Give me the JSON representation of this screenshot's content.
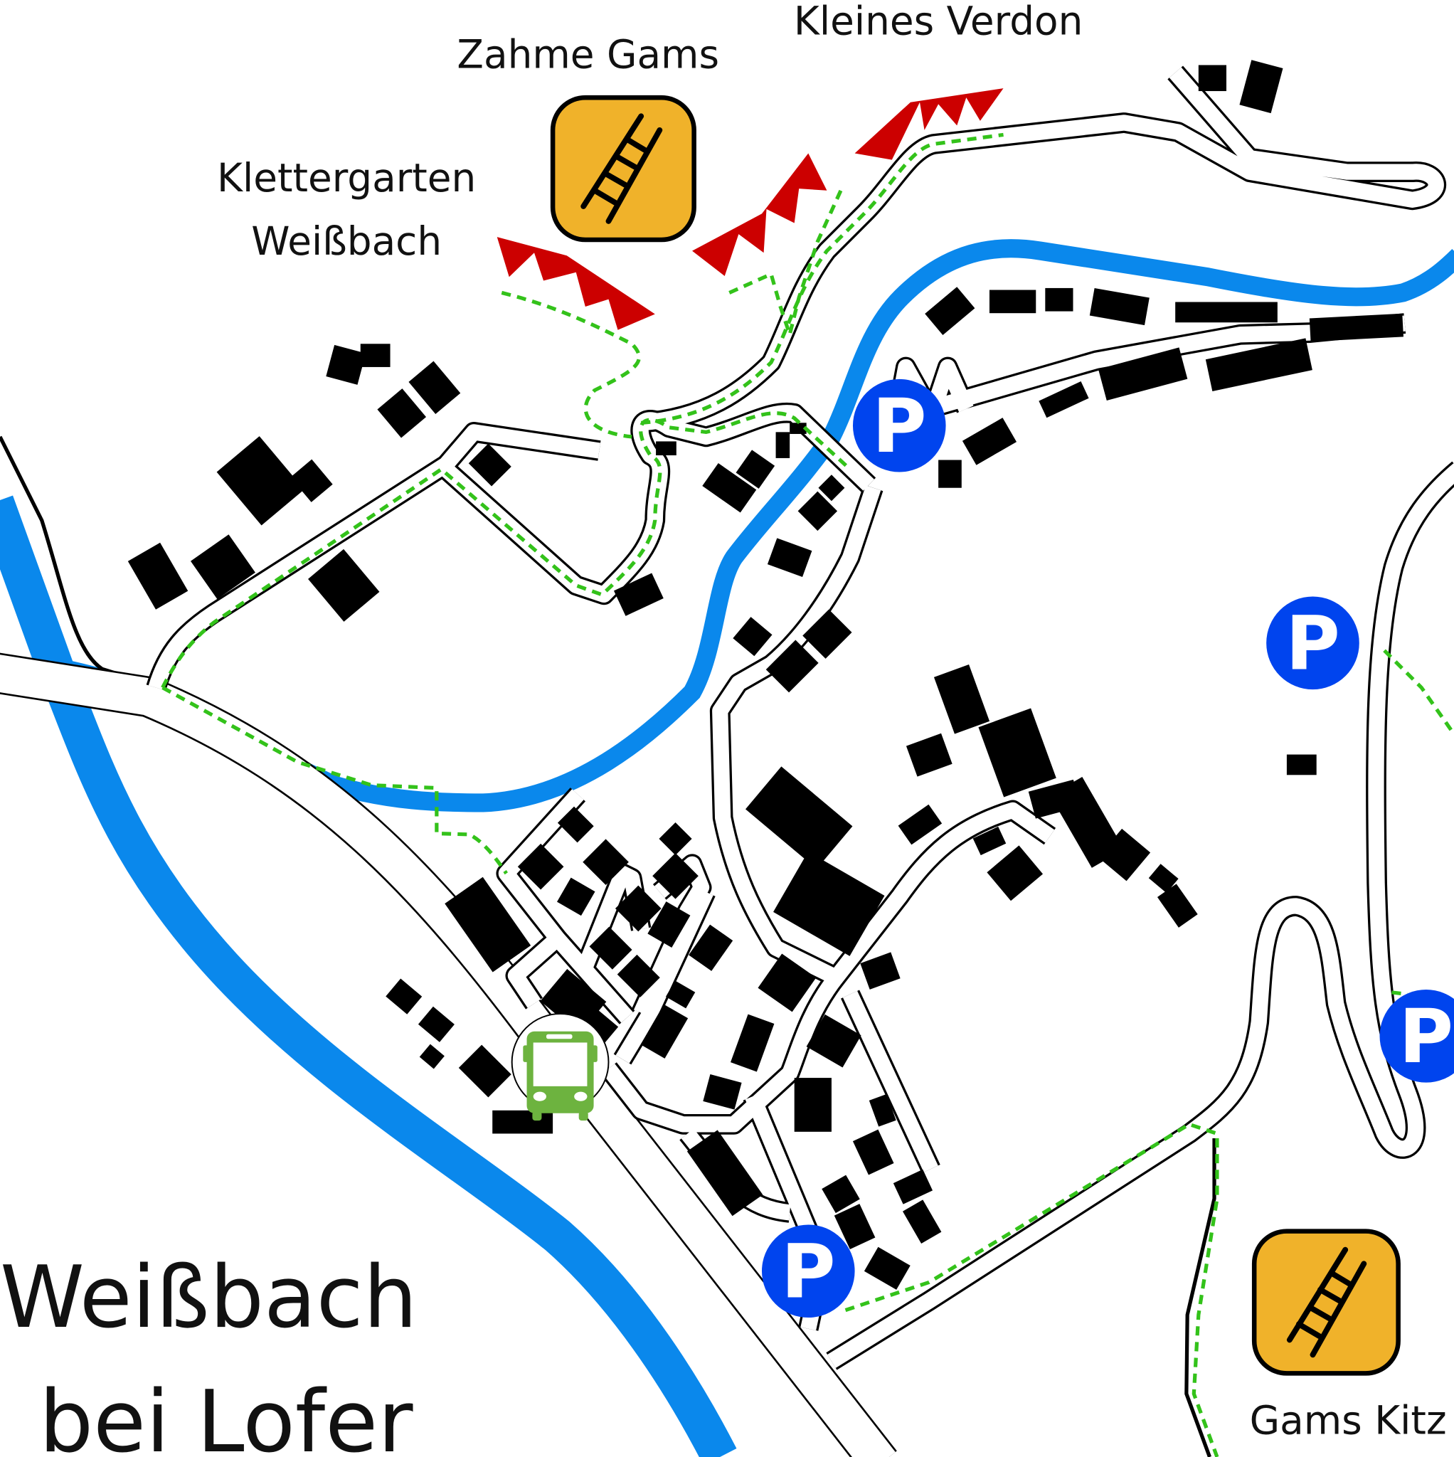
{
  "map": {
    "title_line1": "Weißbach",
    "title_line2": "bei Lofer",
    "labels": {
      "zahme_gams": "Zahme Gams",
      "kleines_verdon": "Kleines Verdon",
      "klettergarten_line1": "Klettergarten",
      "klettergarten_line2": "Weißbach",
      "gams_kitz": "Gams Kitz"
    },
    "parking_symbol": "P",
    "icons": [
      "climbing-ladder-icon",
      "parking-icon",
      "bus-stop-icon",
      "cliff-icon"
    ],
    "colors": {
      "river": "#0A88EC",
      "trail": "#33C21A",
      "cliff": "#CC0000",
      "parking": "#0044EE",
      "climbing": "#F0B22A",
      "bus": "#6DB33F"
    }
  }
}
